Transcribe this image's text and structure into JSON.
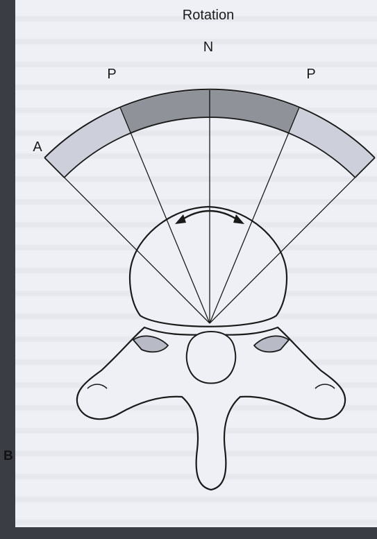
{
  "diagram": {
    "title": "Rotation",
    "labels": {
      "top_center": "N",
      "left_inner": "P",
      "right_inner": "P",
      "left_outer": "A"
    },
    "panel_letter": "B",
    "colors": {
      "dark_band": "#8f9299",
      "light_band": "#cdd0db",
      "line": "#1a1a1a",
      "paper": "#eef0f5",
      "frame": "#3b3d44"
    },
    "icons": [
      "double-headed-curved-arrow-icon"
    ]
  }
}
